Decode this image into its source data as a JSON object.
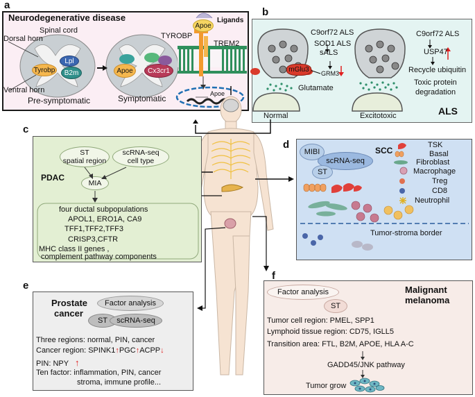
{
  "panel_a": {
    "label": "a",
    "title": "Neurodegenerative disease",
    "spinal_cord": "Spinal cord",
    "dorsal_horn": "Dorsal horn",
    "ventral_horn": "Ventral horn",
    "tyrobp": "Tyrobp",
    "lpl": "Lpl",
    "b2m": "B2m",
    "apoe_cell": "Apoe",
    "cx3cr1": "Cx3cr1",
    "pre_symptomatic": "Pre-symptomatic",
    "symptomatic": "Symptomatic",
    "apoe_ligand": "Apoe",
    "ligands": "Ligands",
    "tyrobp_receptor": "TYROBP",
    "trem2": "TREM2",
    "apoe_dna": "Apoe"
  },
  "panel_b": {
    "label": "b",
    "c9orf72_left": "C9orf72 ALS",
    "sod1": "SOD1 ALS",
    "sals": "sALS",
    "grm3": "GRM3",
    "mglu3": "mGlu3",
    "glutamate": "Glutamate",
    "normal": "Normal",
    "excitotoxic": "Excitotoxic",
    "c9orf72_right": "C9orf72 ALS",
    "usp47": "USP47",
    "recycle": "Recycle ubiquitin",
    "toxic_1": "Toxic protein",
    "toxic_2": "degradation",
    "als": "ALS"
  },
  "panel_c": {
    "label": "c",
    "st": "ST",
    "spatial_region": "spatial region",
    "scrna": "scRNA-seq",
    "cell_type": "cell type",
    "pdac": "PDAC",
    "mia": "MIA",
    "line1": "four ductal subpopulations",
    "line2": "APOL1, ERO1A,   CA9",
    "line3": "TFF1,TFF2,TFF3",
    "line4": "CRISP3,CFTR",
    "line5": "MHC class II genes ,",
    "line6": "complement pathway components"
  },
  "panel_d": {
    "label": "d",
    "mibi": "MIBI",
    "scrna": "scRNA-seq",
    "st": "ST",
    "scc": "SCC",
    "legend": [
      "TSK",
      "Basal",
      "Fibroblast",
      "Macrophage",
      "Treg",
      "CD8",
      "Neutrophil"
    ],
    "border": "Tumor-stroma border"
  },
  "panel_e": {
    "label": "e",
    "title_1": "Prostate",
    "title_2": "cancer",
    "factor_analysis": "Factor analysis",
    "st": "ST",
    "scrna": "scRNA-seq",
    "line1": "Three regions: normal, PIN, cancer",
    "line2_prefix": "Cancer region: SPINK1",
    "line2_pgc": "PGC",
    "line2_acpp": "ACPP",
    "line3": "PIN: NPY",
    "line4": "Ten factor: inflammation, PIN, cancer",
    "line5": "stroma, immune profile..."
  },
  "panel_f": {
    "label": "f",
    "factor_analysis": "Factor analysis",
    "st": "ST",
    "title_1": "Malignant",
    "title_2": "melanoma",
    "line1": "Tumor cell region: PMEL, SPP1",
    "line2": "Lymphoid tissue region: CD75, IGLL5",
    "line3": "Transition area: FTL, B2M, APOE, HLA A-C",
    "line4": "GADD45/JNK pathway",
    "line5": "Tumor grow"
  },
  "colors": {
    "panel_a_bg": "#fbeef4",
    "panel_b_bg": "#e4f4f2",
    "panel_c_bg": "#e3efd3",
    "panel_d_bg": "#cfe0f3",
    "panel_e_bg": "#eeeeee",
    "panel_f_bg": "#f7ece8",
    "up_arrow": "#e02020"
  }
}
